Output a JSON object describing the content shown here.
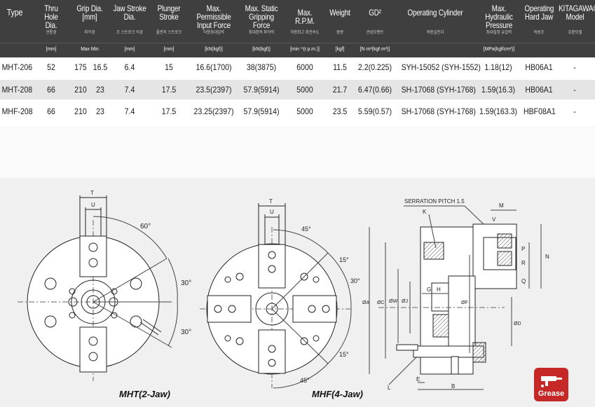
{
  "table": {
    "headers": [
      {
        "label": "Type",
        "kor": "",
        "unit": ""
      },
      {
        "label": "Thru Hole Dia.",
        "kor": "관통경",
        "unit": "[mm]"
      },
      {
        "label": "Grip Dia. [mm]",
        "kor": "파악경",
        "unit": "Max  Min"
      },
      {
        "label": "Jaw Stroke Dia.",
        "kor": "조 스트로크 직경",
        "unit": "[mm]"
      },
      {
        "label": "Plunger Stroke",
        "kor": "플런저 스트로크",
        "unit": "[mm]"
      },
      {
        "label": "Max. Permissible Input Force",
        "kor": "허용최대입력",
        "unit": "[kN(kgf)]"
      },
      {
        "label": "Max. Static Gripping Force",
        "kor": "최대정적 파악력",
        "unit": "[kN(kgf)]"
      },
      {
        "label": "Max. R.P.M.",
        "kor": "허용최고 회전속도",
        "unit": "[min⁻¹(r.p.m.)]"
      },
      {
        "label": "Weight",
        "kor": "중량",
        "unit": "[kgf]"
      },
      {
        "label": "GD²",
        "kor": "관성모멘트",
        "unit": "[N·m²(kgf·m²)]"
      },
      {
        "label": "Operating Cylinder",
        "kor": "적용실린더",
        "unit": ""
      },
      {
        "label": "Max. Hydraulic Pressure",
        "kor": "최대설정 유압력",
        "unit": "[MPa(kgf/cm²)]"
      },
      {
        "label": "Operating Hard Jaw",
        "kor": "적용조",
        "unit": ""
      },
      {
        "label": "KITAGAWA® Model",
        "kor": "호환모델",
        "unit": ""
      }
    ],
    "rows": [
      [
        "MHT-206",
        "52",
        "175",
        "16.5",
        "6.4",
        "15",
        "16.6(1700)",
        "38(3875)",
        "6000",
        "11.5",
        "2.2(0.225)",
        "SYH-15052 (SYH-1552)",
        "1.18(12)",
        "HB06A1",
        "-"
      ],
      [
        "MHT-208",
        "66",
        "210",
        "23",
        "7.4",
        "17.5",
        "23.5(2397)",
        "57.9(5914)",
        "5000",
        "21.7",
        "6.47(0.66)",
        "SH-17068 (SYH-1768)",
        "1.59(16.3)",
        "HB06A1",
        "-"
      ],
      [
        "MHF-208",
        "66",
        "210",
        "23",
        "7.4",
        "17.5",
        "23.25(2397)",
        "57.9(5914)",
        "5000",
        "23.5",
        "5.59(0.57)",
        "SH-17068 (SYH-1768)",
        "1.59(163.3)",
        "HBF08A1",
        "-"
      ]
    ]
  },
  "drawing": {
    "caption_2jaw": "MHT(2-Jaw)",
    "caption_4jaw": "MHF(4-Jaw)",
    "angles": {
      "a60": "60°",
      "a30a": "30°",
      "a30b": "30°",
      "a45a": "45°",
      "a15a": "15°",
      "a30c": "30°",
      "a15b": "15°",
      "a45b": "45°"
    },
    "labels": {
      "T1": "T",
      "U1": "U",
      "T2": "T",
      "U2": "U",
      "serration": "SERRATION PITCH 1.5",
      "K": "K",
      "M": "M",
      "V": "V",
      "N": "N",
      "P": "P",
      "R": "R",
      "Q": "Q",
      "G": "G",
      "H": "H",
      "J": "ØJ",
      "W": "ØW",
      "C": "ØC",
      "A": "ØA",
      "F": "ØF",
      "D": "ØD",
      "L": "L",
      "E": "E",
      "B": "B"
    }
  },
  "badge": {
    "label": "Grease"
  },
  "colors": {
    "header_bg": "#3f3f3f",
    "row_alt": "#e5e5e5",
    "drawing_bg": "#f0f0f0",
    "grease_red": "#c62828"
  }
}
